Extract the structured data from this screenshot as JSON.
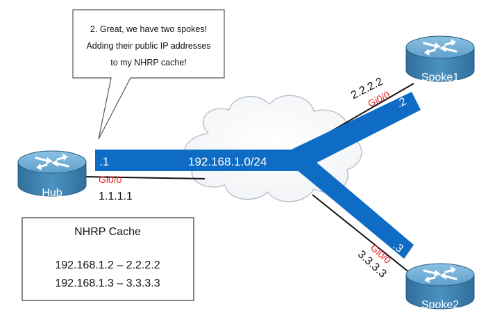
{
  "callout": {
    "lines": [
      "2. Great, we have two spokes!",
      "Adding their public IP addresses",
      "to my NHRP cache!"
    ]
  },
  "tunnel": {
    "subnet": "192.168.1.0/24",
    "hub_host": ".1",
    "spoke1_host": ".2",
    "spoke2_host": ".3",
    "color": "#0e6cc4"
  },
  "routers": {
    "hub": {
      "label": "Hub",
      "interface": "Gi0/0",
      "public_ip": "1.1.1.1"
    },
    "spoke1": {
      "label": "Spoke1",
      "interface": "Gi0/0",
      "public_ip": "2.2.2.2"
    },
    "spoke2": {
      "label": "Spoke2",
      "interface": "Gi0/0",
      "public_ip": "3.3.3.3"
    }
  },
  "nhrp_cache": {
    "title": "NHRP Cache",
    "entries": [
      "192.168.1.2 – 2.2.2.2",
      "192.168.1.3 – 3.3.3.3"
    ]
  },
  "colors": {
    "interface_label": "#e8231f",
    "router_body": "#3d84b3",
    "router_top": "#6faed6"
  }
}
